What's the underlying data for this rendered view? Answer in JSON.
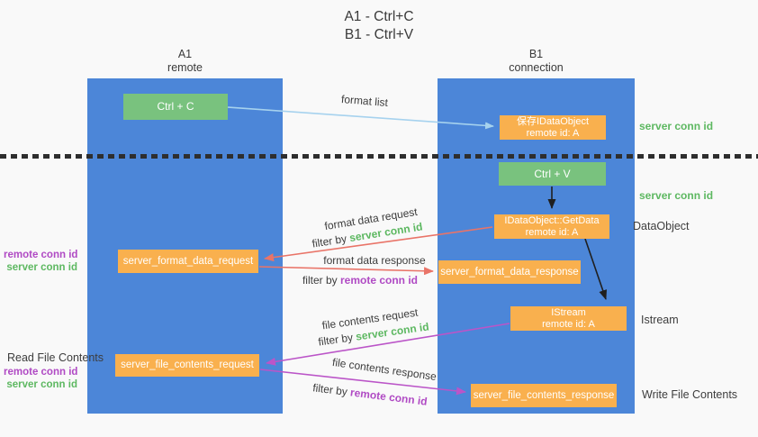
{
  "title": {
    "line1": "A1 - Ctrl+C",
    "line2": "B1 - Ctrl+V"
  },
  "lanes": {
    "left": {
      "id": "A1",
      "name": "remote"
    },
    "right": {
      "id": "B1",
      "name": "connection"
    }
  },
  "nodes": {
    "ctrl_c": {
      "label": "Ctrl + C"
    },
    "save_idataobject": {
      "line1": "保存IDataObject",
      "line2": "remote id: A"
    },
    "ctrl_v": {
      "label": "Ctrl + V"
    },
    "getdata": {
      "line1": "IDataObject::GetData",
      "line2": "remote id: A"
    },
    "server_format_data_request": {
      "label": "server_format_data_request"
    },
    "server_format_data_response": {
      "label": "server_format_data_response"
    },
    "istream": {
      "line1": "IStream",
      "line2": "remote id: A"
    },
    "server_file_contents_request": {
      "label": "server_file_contents_request"
    },
    "server_file_contents_response": {
      "label": "server_file_contents_response"
    }
  },
  "flow_labels": {
    "format_list": "format list",
    "format_data_request": "format data request",
    "format_data_response": "format data response",
    "file_contents_request": "file contents request",
    "file_contents_response": "file contents response",
    "filter_by": "filter by",
    "server_conn_id": "server conn id",
    "remote_conn_id": "remote conn id"
  },
  "side_labels": {
    "server_conn_id_top": "server conn id",
    "server_conn_id_mid": "server conn id",
    "dataobject": "DataObject",
    "istream": "Istream",
    "write_file_contents": "Write File Contents",
    "read_file_contents": "Read File Contents",
    "remote_conn_id": "remote conn id",
    "server_conn_id": "server conn id"
  },
  "colors": {
    "lane_blue": "#4c86d8",
    "box_green": "#79c27e",
    "box_orange": "#f9b04e",
    "text_green": "#5db861",
    "text_purple": "#b04ac4",
    "arrow_salmon": "#e97468",
    "arrow_magenta": "#bb55c8",
    "arrow_lightblue": "#a6d2ee",
    "arrow_black": "#1f1f1f",
    "text_dark": "#3d3d3d"
  }
}
